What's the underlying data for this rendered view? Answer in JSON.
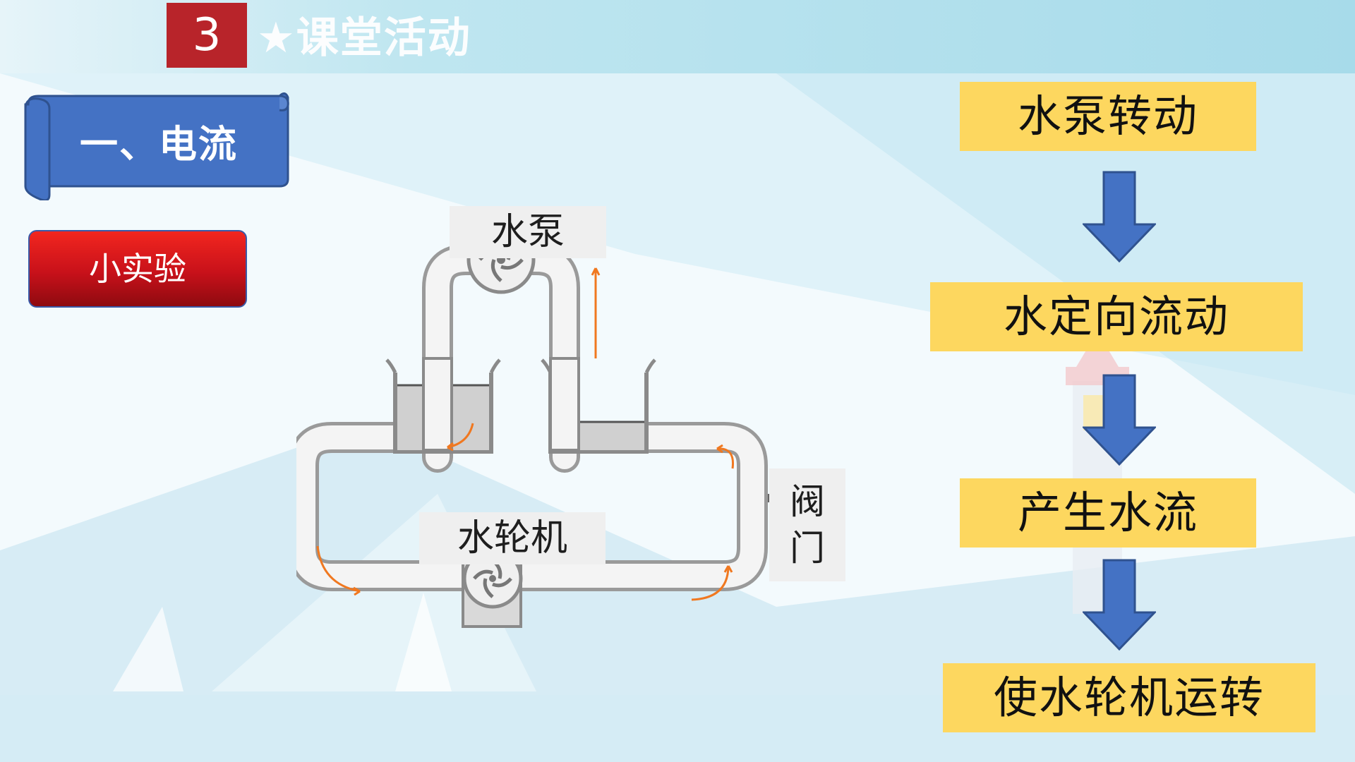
{
  "header": {
    "number": "3",
    "title": "★课堂活动"
  },
  "section": {
    "title": "一、电流"
  },
  "experiment_button": {
    "label": "小实验"
  },
  "diagram": {
    "pump_label": "水泵",
    "waterwheel_label": "水轮机",
    "valve_label_line1": "阀",
    "valve_label_line2": "门"
  },
  "flow_chart": {
    "steps": [
      "水泵转动",
      "水定向流动",
      "产生水流",
      "使水轮机运转"
    ]
  },
  "colors": {
    "header_number_bg": "#b8242a",
    "banner_blue": "#4472c4",
    "button_red": "#d11a1d",
    "flow_box_yellow": "#fdd75f",
    "arrow_blue": "#4472c4",
    "flow_arrow_orange": "#f07820"
  }
}
